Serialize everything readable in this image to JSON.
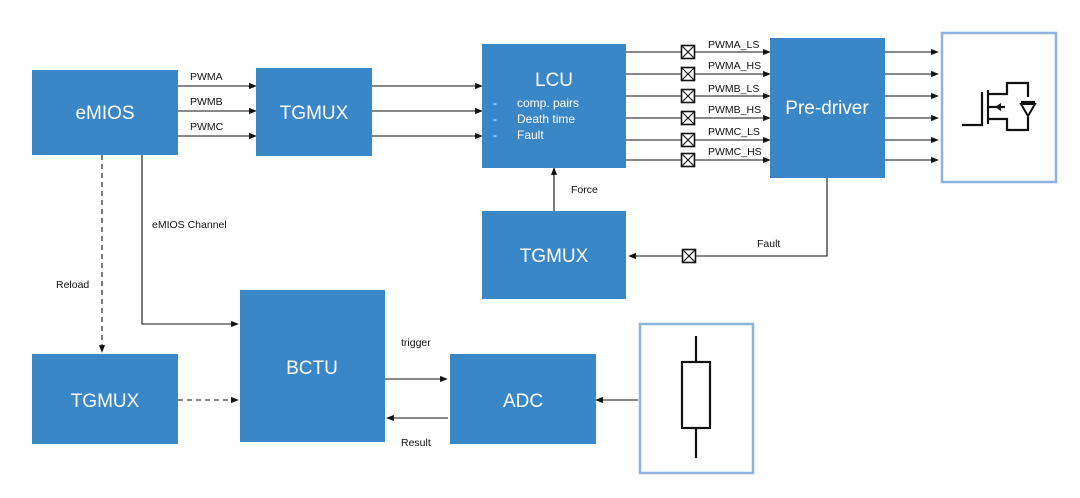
{
  "blocks": {
    "emios": "eMIOS",
    "tgmux_top": "TGMUX",
    "lcu": "LCU",
    "lcu_features": [
      "comp. pairs",
      "Death time",
      "Fault"
    ],
    "predriver": "Pre-driver",
    "tgmux_fault": "TGMUX",
    "bctu": "BCTU",
    "tgmux_bottom": "TGMUX",
    "adc": "ADC"
  },
  "signals": {
    "pwm_inputs": [
      "PWMA",
      "PWMB",
      "PWMC"
    ],
    "pwm_outputs": [
      "PWMA_LS",
      "PWMA_HS",
      "PWMB_LS",
      "PWMB_HS",
      "PWMC_LS",
      "PWMC_HS"
    ],
    "force": "Force",
    "fault": "Fault",
    "emios_channel": "eMIOS Channel",
    "reload": "Reload",
    "trigger": "trigger",
    "result": "Result"
  },
  "bullet": "-",
  "icons": {
    "mosfet": "mosfet-transistor-icon",
    "resistor": "resistor-sensor-icon",
    "connector": "connector-x-box-icon"
  },
  "colors": {
    "block": "#3a87c8",
    "frame": "#8fb3da",
    "line": "#111111"
  }
}
